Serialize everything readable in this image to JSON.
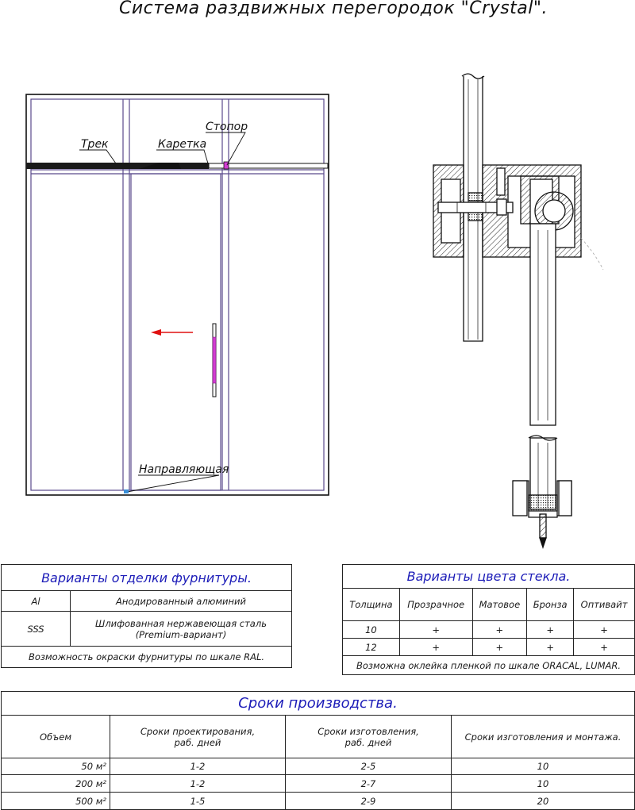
{
  "title": "Система раздвижных перегородок \"Crystal\".",
  "labels": {
    "track": "Трек",
    "carriage": "Каретка",
    "stopper": "Стопор",
    "guide": "Направляющая"
  },
  "colors": {
    "frame": "#5a4a8c",
    "arrow": "#e01010",
    "handle": "#d23cd2",
    "table_title": "#1c1cb8"
  },
  "finish_table": {
    "title": "Варианты отделки фурнитуры.",
    "rows": [
      {
        "code": "Al",
        "desc": "Анодированный алюминий"
      },
      {
        "code": "SSS",
        "desc": "Шлифованная нержавеющая сталь",
        "desc2": "(Premium-вариант)"
      }
    ],
    "note": "Возможность окраски фурнитуры по шкале RAL."
  },
  "glass_table": {
    "title": "Варианты цвета стекла.",
    "headers": [
      "Толщина",
      "Прозрачное",
      "Матовое",
      "Бронза",
      "Оптивайт"
    ],
    "rows": [
      [
        "10",
        "+",
        "+",
        "+",
        "+"
      ],
      [
        "12",
        "+",
        "+",
        "+",
        "+"
      ]
    ],
    "note": "Возможна оклейка пленкой по шкале ORACAL, LUMAR."
  },
  "terms_table": {
    "title": "Сроки производства.",
    "headers": [
      "Объем",
      "Сроки проектирования,",
      "раб. дней",
      "Сроки изготовления,",
      "раб. дней",
      "Сроки изготовления и монтажа."
    ],
    "rows": [
      [
        "50 м²",
        "1-2",
        "2-5",
        "10"
      ],
      [
        "200 м²",
        "1-2",
        "2-7",
        "10"
      ],
      [
        "500 м²",
        "1-5",
        "2-9",
        "20"
      ]
    ]
  }
}
